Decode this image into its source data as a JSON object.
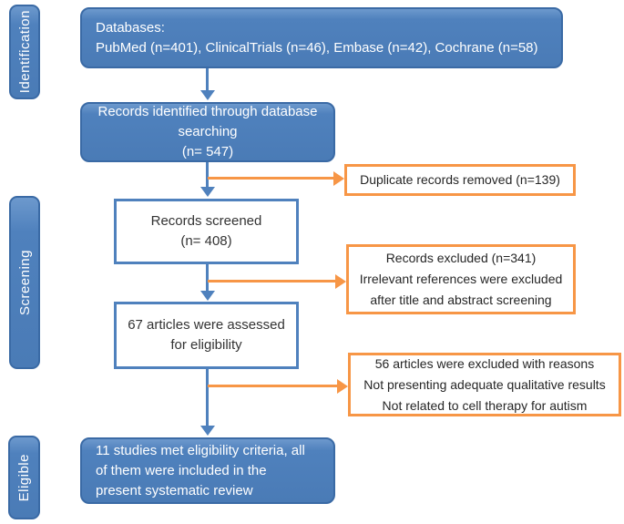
{
  "colors": {
    "blue_fill": "#4f81bd",
    "blue_border": "#3a6aa5",
    "orange": "#f79646",
    "dark_text": "#262626",
    "light_text": "#ffffff"
  },
  "sidebar": {
    "identification": "Identification",
    "screening": "Screening",
    "eligible": "Eligible"
  },
  "flow": {
    "databases": {
      "title": "Databases:",
      "detail": "PubMed (n=401), ClinicalTrials (n=46), Embase (n=42), Cochrane (n=58)"
    },
    "records_identified": {
      "line1": "Records identified through database searching",
      "line2": "(n= 547)"
    },
    "duplicates_removed": {
      "line1": "Duplicate records removed (n=139)"
    },
    "records_screened": {
      "line1": "Records screened",
      "line2": "(n= 408)"
    },
    "records_excluded": {
      "line1": "Records excluded (n=341)",
      "line2": "Irrelevant references were excluded",
      "line3": "after title and abstract screening"
    },
    "assessed": {
      "line1": "67 articles were assessed",
      "line2": "for eligibility"
    },
    "articles_excluded": {
      "line1": "56 articles were excluded with reasons",
      "line2": "Not presenting adequate qualitative results",
      "line3": "Not related to cell therapy for autism"
    },
    "included": {
      "line1": "11 studies met eligibility  criteria, all",
      "line2": "of them were included in the",
      "line3": "present systematic review"
    }
  }
}
